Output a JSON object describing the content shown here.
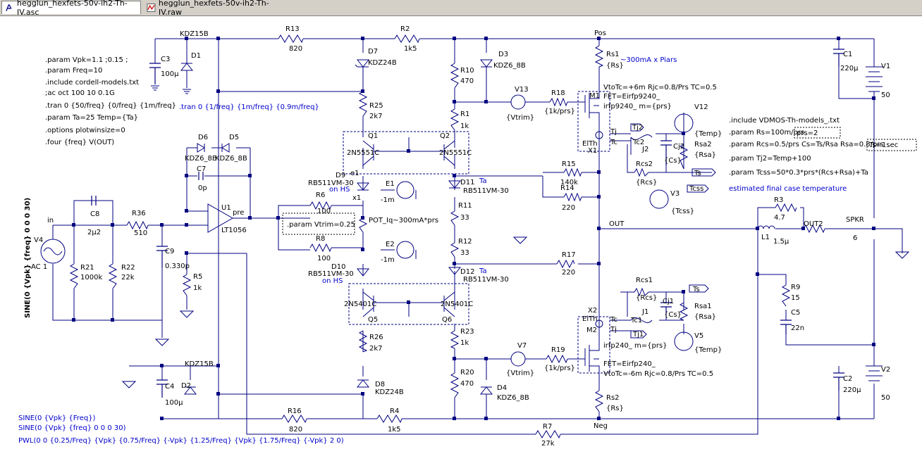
{
  "tabs": [
    {
      "label": "hegglun_hexfets-50v-ih2-Th-IV.asc",
      "icon": "schematic-icon",
      "active": true
    },
    {
      "label": "hegglun_hexfets-50v-ih2-Th-IV.raw",
      "icon": "waveform-icon",
      "active": false
    }
  ],
  "colors": {
    "wire": "#000080",
    "text": "#000000",
    "annotation": "#0000cc",
    "tab_bg": "#d4d0c8"
  },
  "directives": [
    ".param Vpk=1.1 ;0.15 ;",
    ".param Freq=10",
    ".include cordell-models.txt",
    ";ac oct 100 10 0.1G",
    ".tran 0 {50/freq} {0/freq} {1m/freq}",
    ".param Ta=25 Temp={Ta}",
    ".options plotwinsize=0",
    ".four {freq} V(OUT)"
  ],
  "tran_directive": ".tran 0 {1/freq} {1m/freq} {0.9m/freq}",
  "vtrim_directive": ".param Vtrim=0.25",
  "right_directives": [
    ".include VDMOS-Th-models_.txt",
    ".param Rs=100m/prs",
    ".param Rcs=0.5/prs Cs=Ts/Rsa Rsa=0.8/prs",
    ".param Tj2=Temp+100",
    ".param  Tcss=50*0.3*prs*(Rcs+Rsa)+Ta"
  ],
  "boxed_params": {
    "prs": "prs=2",
    "ts": "Ts=1sec"
  },
  "notes": {
    "piars": "~300mA x Piars",
    "estimated": "estimated final case temperature",
    "pot": "POT_Iq~300mA*prs",
    "on_hs1": "on HS",
    "on_hs2": "on HS",
    "ta1": "Ta",
    "ta2": "Ta",
    "sine_vpk": "SINE(0 {Vpk} {freq} 0 0 0 30)"
  },
  "bottom_notes": [
    "SINE(0 {Vpk} {Freq})",
    "SINE(0 {Vpk} {freq} 0 0 0 30)",
    "PWL(0 0 {0.25/Freq} {Vpk} {0.75/Freq} {-Vpk} {1.25/Freq} {Vpk} {1.75/Freq} {-Vpk} 2 0)"
  ],
  "nets": {
    "pos": "Pos",
    "neg": "Neg",
    "out": "OUT",
    "out2": "OUT2",
    "in": "in",
    "pre": "pre",
    "x1": "x1",
    "e1": "e1",
    "tj": "Tj",
    "tc": "Tc",
    "tj2": "Tj2",
    "tc2": "Tc2",
    "tc1": "Tc1",
    "tcss": "Tcss",
    "ts": "Ts",
    "tj1": "Tj1"
  },
  "components": [
    {
      "ref": "R13",
      "value": "820"
    },
    {
      "ref": "R2",
      "value": "1k5"
    },
    {
      "ref": "R16",
      "value": "820"
    },
    {
      "ref": "R4",
      "value": "1k5"
    },
    {
      "ref": "R7",
      "value": "27k"
    },
    {
      "ref": "R25",
      "value": "2k7"
    },
    {
      "ref": "R26",
      "value": "2k7"
    },
    {
      "ref": "R10",
      "value": "470"
    },
    {
      "ref": "R20",
      "value": "470"
    },
    {
      "ref": "R1",
      "value": "1k"
    },
    {
      "ref": "R23",
      "value": "1k"
    },
    {
      "ref": "R11",
      "value": "33"
    },
    {
      "ref": "R12",
      "value": "33"
    },
    {
      "ref": "R6",
      "value": "100"
    },
    {
      "ref": "R8",
      "value": "100"
    },
    {
      "ref": "R14",
      "value": "220"
    },
    {
      "ref": "R17",
      "value": "220"
    },
    {
      "ref": "R15",
      "value": "140k"
    },
    {
      "ref": "R18",
      "value": "{1k/prs}"
    },
    {
      "ref": "R19",
      "value": "{1k/prs}"
    },
    {
      "ref": "Rs1",
      "value": "{Rs}"
    },
    {
      "ref": "Rs2",
      "value": "{Rs}"
    },
    {
      "ref": "R36",
      "value": "510"
    },
    {
      "ref": "R21",
      "value": "1000k"
    },
    {
      "ref": "R22",
      "value": "22k"
    },
    {
      "ref": "R5",
      "value": "1k"
    },
    {
      "ref": "R3",
      "value": "4.7"
    },
    {
      "ref": "R9",
      "value": "15"
    },
    {
      "ref": "SPKR",
      "value": "6"
    },
    {
      "ref": "Rcs2",
      "value": "{Rcs}"
    },
    {
      "ref": "Rsa2",
      "value": "{Rsa}"
    },
    {
      "ref": "Rcs1",
      "value": "{Rcs}"
    },
    {
      "ref": "Rsa1",
      "value": "{Rsa}"
    },
    {
      "ref": "C3",
      "value": "100µ"
    },
    {
      "ref": "C4",
      "value": "100µ"
    },
    {
      "ref": "C1",
      "value": "220µ"
    },
    {
      "ref": "C2",
      "value": "220µ"
    },
    {
      "ref": "C8",
      "value": "2µ2"
    },
    {
      "ref": "C9",
      "value": "0.330p"
    },
    {
      "ref": "C7",
      "value": "0p"
    },
    {
      "ref": "C5",
      "value": "22n"
    },
    {
      "ref": "Cj2",
      "value": "{Cs}"
    },
    {
      "ref": "Cj1",
      "value": "{Cs}"
    },
    {
      "ref": "L1",
      "value": "1.5µ"
    },
    {
      "ref": "D1",
      "value": "KDZ15B"
    },
    {
      "ref": "D2",
      "value": "KDZ15B"
    },
    {
      "ref": "D7",
      "value": "KDZ24B"
    },
    {
      "ref": "D8",
      "value": "KDZ24B"
    },
    {
      "ref": "D3",
      "value": "KDZ6_8B"
    },
    {
      "ref": "D4",
      "value": "KDZ6_8B"
    },
    {
      "ref": "D6",
      "value": "KDZ6_8B"
    },
    {
      "ref": "D5",
      "value": "KDZ6_8B"
    },
    {
      "ref": "D9",
      "value": "RB511VM-30"
    },
    {
      "ref": "D10",
      "value": "RB511VM-30"
    },
    {
      "ref": "D11",
      "value": "RB511VM-30"
    },
    {
      "ref": "D12",
      "value": "RB511VM-30"
    },
    {
      "ref": "Q1",
      "value": "2N5551C"
    },
    {
      "ref": "Q2",
      "value": "2N5551C"
    },
    {
      "ref": "Q5",
      "value": "2N5401C"
    },
    {
      "ref": "Q6",
      "value": "2N5401C"
    },
    {
      "ref": "U1",
      "value": "LT1056"
    },
    {
      "ref": "V1",
      "value": "50"
    },
    {
      "ref": "V2",
      "value": "50"
    },
    {
      "ref": "V4",
      "value": "AC 1"
    },
    {
      "ref": "V13",
      "value": "{Vtrim}"
    },
    {
      "ref": "V7",
      "value": "{Vtrim}"
    },
    {
      "ref": "V12",
      "value": "{Temp}"
    },
    {
      "ref": "V5",
      "value": "{Temp}"
    },
    {
      "ref": "V3",
      "value": "{Tcss}"
    },
    {
      "ref": "E1",
      "value": "-1m"
    },
    {
      "ref": "E2",
      "value": "-1m"
    },
    {
      "ref": "J1",
      "value": ""
    },
    {
      "ref": "J2",
      "value": ""
    },
    {
      "ref": "X1",
      "value": ""
    },
    {
      "ref": "X2",
      "value": ""
    },
    {
      "ref": "M1",
      "value": "irfp9240_ m={prs}"
    },
    {
      "ref": "M2",
      "value": "irfp240_ m={prs}"
    }
  ],
  "mosfets": {
    "m1_param": "VtoTc=+6m Rjc=0.8/Prs TC=0.5",
    "m1_fet": "FET=Eirfp9240_",
    "m2_fet": "FET=Eirfp240_",
    "m2_param": "VtoTc=-6m Rjc=0.8/Prs TC=0.5",
    "elth": "ElTh"
  }
}
